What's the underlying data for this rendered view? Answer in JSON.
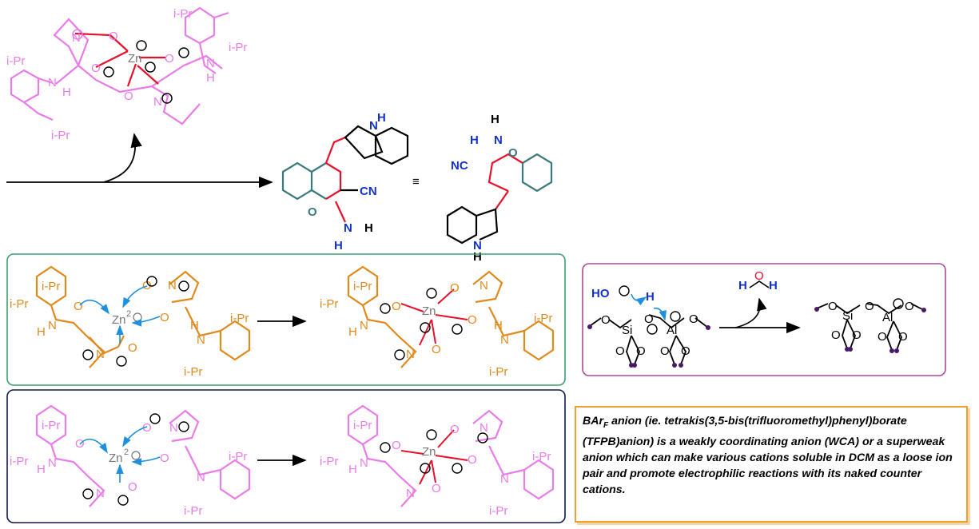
{
  "colors": {
    "pink": "#e87ce8",
    "orange": "#e08a1e",
    "red": "#e8102a",
    "blue": "#1f8fe0",
    "navy": "#1432c8",
    "teal": "#3a7a7a",
    "green_box": "#3aa070",
    "navy_box": "#101850",
    "magenta_box": "#b04898",
    "note_border": "#f0a030",
    "dot": "#4a1a6a"
  },
  "labels": {
    "ipr": "i-Pr",
    "n": "N",
    "h": "H",
    "o": "O",
    "zn": "Zn",
    "zn2": "Zn",
    "two": "2",
    "cn": "CN",
    "nc": "NC",
    "si": "Si",
    "al": "Al",
    "ho": "HO",
    "equiv": "≡"
  },
  "note": {
    "line1_pre": "BAr",
    "line1_sub": "F",
    "line1_post": " anion (ie. tetrakis(3,5-bis(trifluoromethyl)phenyl)borate (TFPB)anion) is a weakly coordinating anion (WCA) or a superweak anion which can make various cations soluble in DCM as a loose ion pair and promote electrophilic reactions with its naked counter cations."
  }
}
